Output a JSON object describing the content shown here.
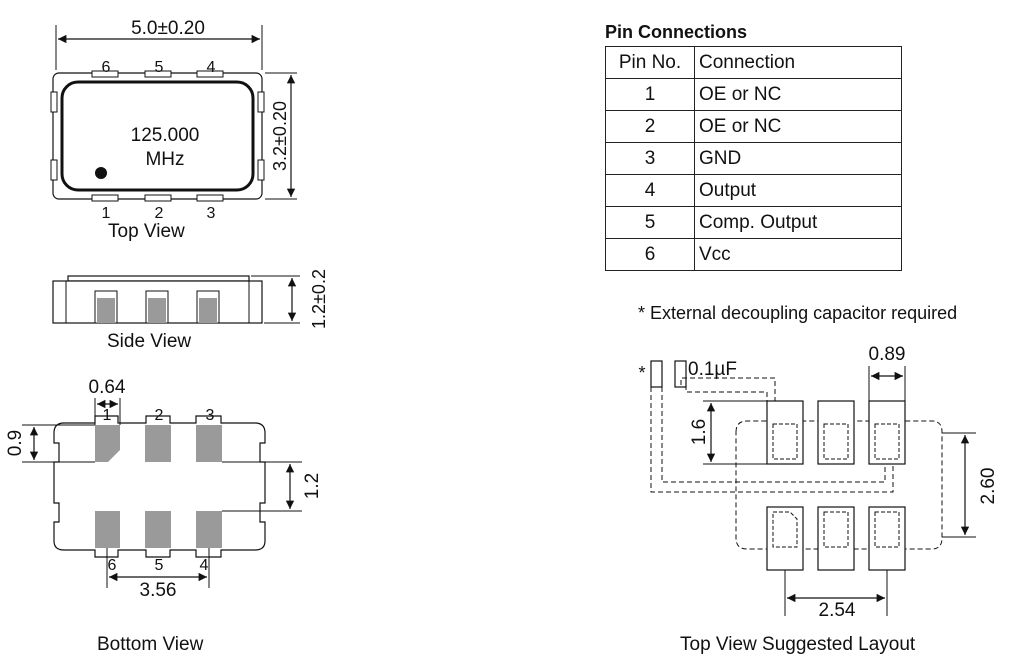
{
  "top_view": {
    "width_dim": "5.0±0.20",
    "height_dim": "3.2±0.20",
    "marking_line1": "125.000",
    "marking_line2": "MHz",
    "pins_top": [
      "6",
      "5",
      "4"
    ],
    "pins_bottom": [
      "1",
      "2",
      "3"
    ],
    "caption": "Top View"
  },
  "side_view": {
    "thickness_dim": "1.2±0.2",
    "caption": "Side View"
  },
  "bottom_view": {
    "pad_width_dim": "0.64",
    "pad_height_dim": "0.9",
    "pad_gap_dim": "1.2",
    "pitch_dim": "3.56",
    "pins_top": [
      "1",
      "2",
      "3"
    ],
    "pins_bottom": [
      "6",
      "5",
      "4"
    ],
    "caption": "Bottom View"
  },
  "pin_connections": {
    "title": "Pin Connections",
    "header": [
      "Pin No.",
      "Connection"
    ],
    "rows": [
      [
        "1",
        "OE or NC"
      ],
      [
        "2",
        "OE or NC"
      ],
      [
        "3",
        "GND"
      ],
      [
        "4",
        "Output"
      ],
      [
        "5",
        "Comp. Output"
      ],
      [
        "6",
        "Vcc"
      ]
    ]
  },
  "note": "* External decoupling capacitor required",
  "layout": {
    "asterisk": "*",
    "cap_label": "0.1µF",
    "pad_length_dim": "1.6",
    "pad_width_dim": "0.89",
    "row_span_dim": "2.60",
    "pitch_dim": "2.54",
    "caption": "Top View Suggested Layout"
  }
}
